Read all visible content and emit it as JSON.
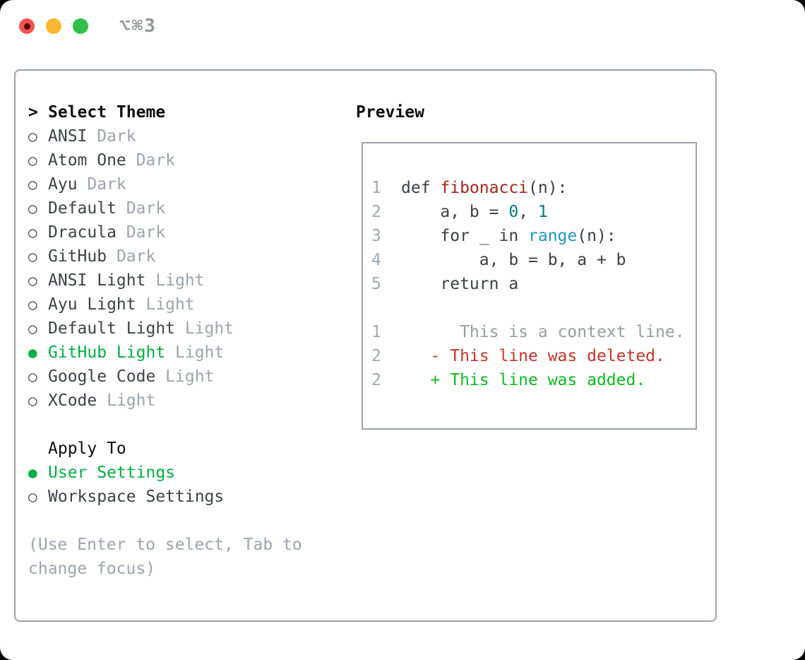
{
  "window": {
    "title": "⌥⌘3",
    "traffic_lights": [
      "close",
      "minimize",
      "zoom"
    ]
  },
  "colors": {
    "selection_green": "#00b142",
    "added_green": "#0fbd1f",
    "deleted_red": "#c93526",
    "function_red": "#a8281c",
    "builtin_blue": "#1e96c8",
    "number_teal": "#008080",
    "muted_gray": "#9aa5b3",
    "border_gray": "#9aa3ae",
    "traffic_red": "#f4544d",
    "traffic_yellow": "#f8b62c",
    "traffic_green": "#2fc148"
  },
  "left": {
    "prompt": ">",
    "title": "Select Theme",
    "bullet_selected": "●",
    "bullet_unselected": "○",
    "themes": [
      {
        "name": "ANSI",
        "tag": "Dark",
        "selected": false
      },
      {
        "name": "Atom One",
        "tag": "Dark",
        "selected": false
      },
      {
        "name": "Ayu",
        "tag": "Dark",
        "selected": false
      },
      {
        "name": "Default",
        "tag": "Dark",
        "selected": false
      },
      {
        "name": "Dracula",
        "tag": "Dark",
        "selected": false
      },
      {
        "name": "GitHub",
        "tag": "Dark",
        "selected": false
      },
      {
        "name": "ANSI Light",
        "tag": "Light",
        "selected": false
      },
      {
        "name": "Ayu Light",
        "tag": "Light",
        "selected": false
      },
      {
        "name": "Default Light",
        "tag": "Light",
        "selected": false
      },
      {
        "name": "GitHub Light",
        "tag": "Light",
        "selected": true
      },
      {
        "name": "Google Code",
        "tag": "Light",
        "selected": false
      },
      {
        "name": "XCode",
        "tag": "Light",
        "selected": false
      }
    ],
    "apply_title": "Apply To",
    "apply_options": [
      {
        "name": "User Settings",
        "selected": true
      },
      {
        "name": "Workspace Settings",
        "selected": false
      }
    ],
    "help_line1": "(Use Enter to select, Tab to",
    "help_line2": "change focus)"
  },
  "preview": {
    "title": "Preview",
    "code_lines": [
      {
        "num": "1",
        "tokens": [
          {
            "text": "def ",
            "style": "plain"
          },
          {
            "text": "fibonacci",
            "style": "func"
          },
          {
            "text": "(n):",
            "style": "plain"
          }
        ]
      },
      {
        "num": "2",
        "tokens": [
          {
            "text": "    a, b = ",
            "style": "plain"
          },
          {
            "text": "0",
            "style": "number"
          },
          {
            "text": ", ",
            "style": "plain"
          },
          {
            "text": "1",
            "style": "number"
          }
        ]
      },
      {
        "num": "3",
        "tokens": [
          {
            "text": "    for _ in ",
            "style": "plain"
          },
          {
            "text": "range",
            "style": "builtin"
          },
          {
            "text": "(n):",
            "style": "plain"
          }
        ]
      },
      {
        "num": "4",
        "tokens": [
          {
            "text": "        a, b = b, a + b",
            "style": "plain"
          }
        ]
      },
      {
        "num": "5",
        "tokens": [
          {
            "text": "    return a",
            "style": "plain"
          }
        ]
      },
      {
        "num": "",
        "tokens": []
      },
      {
        "num": "1",
        "tokens": [
          {
            "text": "      This is a context line.",
            "style": "context"
          }
        ]
      },
      {
        "num": "2",
        "tokens": [
          {
            "text": "   - This line was deleted.",
            "style": "deleted"
          }
        ]
      },
      {
        "num": "2",
        "tokens": [
          {
            "text": "   + This line was added.",
            "style": "added"
          }
        ]
      }
    ]
  }
}
